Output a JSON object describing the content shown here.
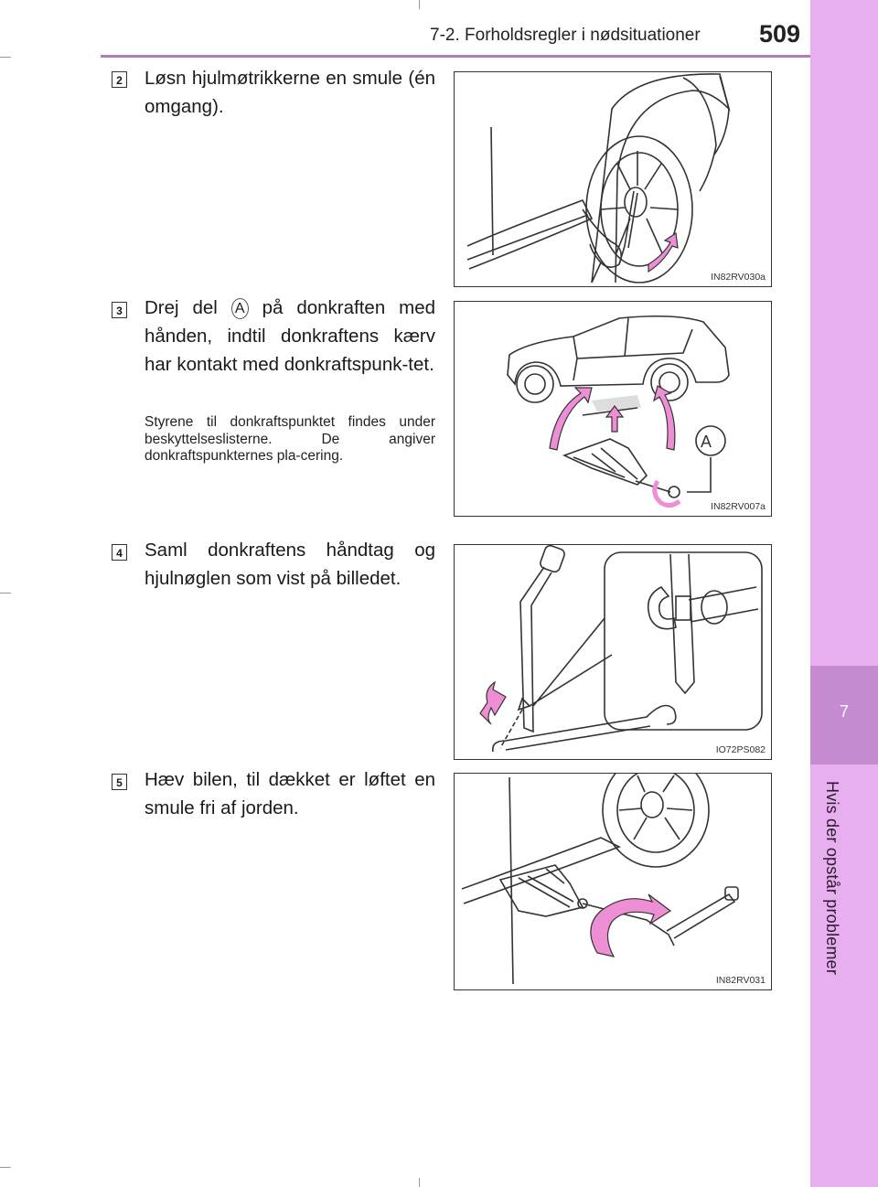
{
  "header": {
    "section_title": "7-2. Forholdsregler i nødsituationer",
    "page_number": "509"
  },
  "side_tab": {
    "chapter_number": "7",
    "chapter_label": "Hvis der opstår problemer"
  },
  "steps": [
    {
      "number": "2",
      "text": "Løsn hjulmøtrikkerne en smule (én omgang).",
      "figure_code": "IN82RV030a"
    },
    {
      "number": "3",
      "text_before": "Drej del",
      "callout": "A",
      "text_after": "på donkraften med hånden, indtil donkraftens kærv har kontakt med donkraftspunk-tet.",
      "note": "Styrene til donkraftspunktet findes under beskyttelseslisterne. De angiver donkraftspunkternes pla-cering.",
      "figure_code": "IN82RV007a",
      "figure_callout": "A"
    },
    {
      "number": "4",
      "text": "Saml donkraftens håndtag og hjulnøglen som vist på billedet.",
      "figure_code": "IO72PS082"
    },
    {
      "number": "5",
      "text": "Hæv bilen, til dækket er løftet en smule fri af jorden.",
      "figure_code": "IN82RV031"
    }
  ],
  "colors": {
    "accent_pink": "#e7aef0",
    "tab_pink": "#c58ad0",
    "rule_purple": "#b27ab8",
    "arrow_pink": "#ee8fd6"
  }
}
